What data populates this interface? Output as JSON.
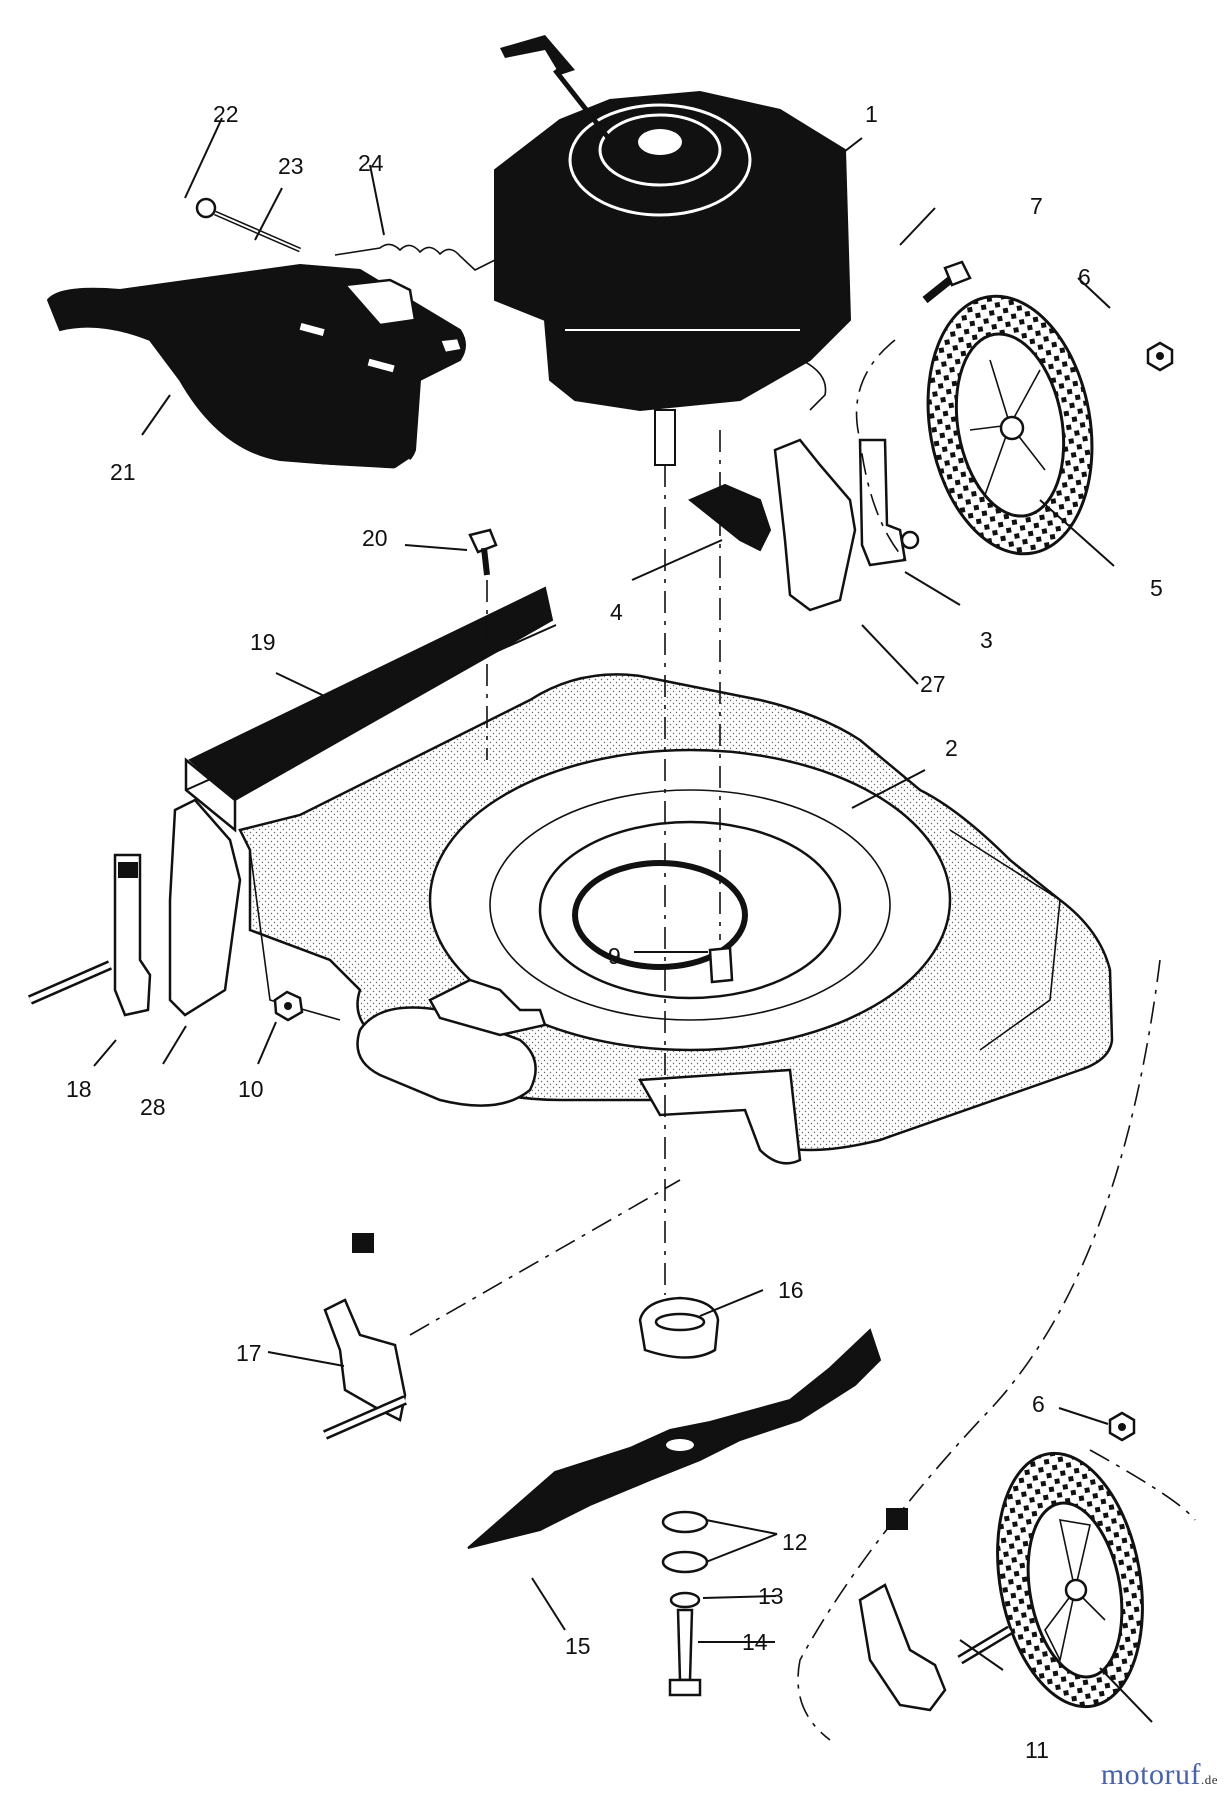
{
  "parts": [
    {
      "id": "part-1",
      "number": "1"
    },
    {
      "id": "part-2",
      "number": "2"
    },
    {
      "id": "part-3",
      "number": "3"
    },
    {
      "id": "part-4",
      "number": "4"
    },
    {
      "id": "part-5",
      "number": "5"
    },
    {
      "id": "part-6a",
      "number": "6"
    },
    {
      "id": "part-6b",
      "number": "6"
    },
    {
      "id": "part-7",
      "number": "7"
    },
    {
      "id": "part-9",
      "number": "9"
    },
    {
      "id": "part-10",
      "number": "10"
    },
    {
      "id": "part-11",
      "number": "11"
    },
    {
      "id": "part-12",
      "number": "12"
    },
    {
      "id": "part-13",
      "number": "13"
    },
    {
      "id": "part-14",
      "number": "14"
    },
    {
      "id": "part-15",
      "number": "15"
    },
    {
      "id": "part-16",
      "number": "16"
    },
    {
      "id": "part-17",
      "number": "17"
    },
    {
      "id": "part-18",
      "number": "18"
    },
    {
      "id": "part-19",
      "number": "19"
    },
    {
      "id": "part-20",
      "number": "20"
    },
    {
      "id": "part-21",
      "number": "21"
    },
    {
      "id": "part-22",
      "number": "22"
    },
    {
      "id": "part-23",
      "number": "23"
    },
    {
      "id": "part-24",
      "number": "24"
    },
    {
      "id": "part-27",
      "number": "27"
    },
    {
      "id": "part-28",
      "number": "28"
    }
  ],
  "watermark": {
    "brand": "motoruf",
    "tld": ".de",
    "color": "#4a63a8"
  }
}
